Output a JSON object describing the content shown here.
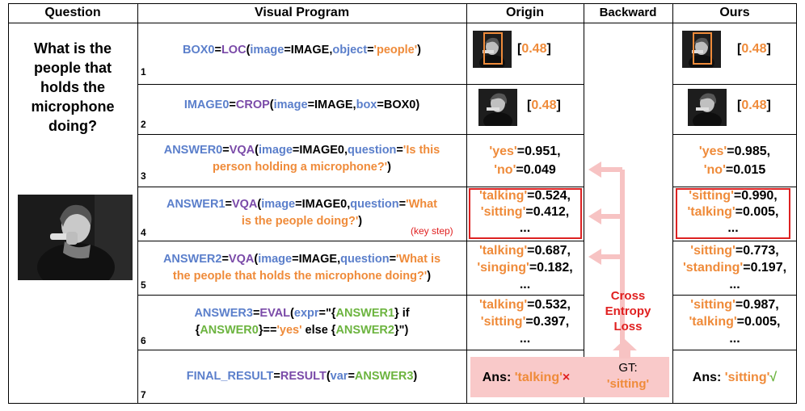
{
  "headers": {
    "question": "Question",
    "program": "Visual Program",
    "origin": "Origin",
    "backward": "Backward",
    "ours": "Ours"
  },
  "question_lines": [
    "What is the",
    "people that",
    "holds the",
    "microphone",
    "doing?"
  ],
  "row_numbers": [
    "1",
    "2",
    "3",
    "4",
    "5",
    "6",
    "7"
  ],
  "programs": {
    "r1": {
      "var": "BOX0",
      "eq": "=",
      "fn": "LOC",
      "op": "(",
      "a1": "image",
      "e1": "=IMAGE,",
      "a2": "object",
      "e2": "=",
      "s1": "'people'",
      "cl": ")"
    },
    "r2": {
      "var": "IMAGE0",
      "eq": "=",
      "fn": "CROP",
      "op": "(",
      "a1": "image",
      "e1": "=IMAGE,",
      "a2": "box",
      "e2": "=BOX0)"
    },
    "r3": {
      "var": "ANSWER0",
      "eq": "=",
      "fn": "VQA",
      "op": "(",
      "a1": "image",
      "e1": "=IMAGE0,",
      "a2": "question",
      "e2": "=",
      "s1": "'Is this",
      "s2": "person holding a microphone?'",
      "cl": ")"
    },
    "r4": {
      "var": "ANSWER1",
      "eq": "=",
      "fn": "VQA",
      "op": "(",
      "a1": "image",
      "e1": "=IMAGE0,",
      "a2": "question",
      "e2": "=",
      "s1": "'What",
      "s2": "is the people doing?'",
      "cl": ")",
      "key": "(key step)"
    },
    "r5": {
      "var": "ANSWER2",
      "eq": "=",
      "fn": "VQA",
      "op": "(",
      "a1": "image",
      "e1": "=IMAGE,",
      "a2": "question",
      "e2": "=",
      "s1": "'What is",
      "s2": "the people that holds the microphone doing?'",
      "cl": ")"
    },
    "r6": {
      "var": "ANSWER3",
      "eq": "=",
      "fn": "EVAL",
      "op": "(",
      "a1": "expr",
      "e1": "=\"{",
      "v1": "ANSWER1",
      "e2": "} if",
      "e3": "{",
      "v2": "ANSWER0",
      "e4": "}==",
      "s1": "'yes'",
      "e5": " else {",
      "v3": "ANSWER2",
      "e6": "}\")"
    },
    "r7": {
      "var": "FINAL_RESULT",
      "eq": "=",
      "fn": "RESULT",
      "op": "(",
      "a1": "var",
      "e1": "=",
      "v1": "ANSWER3",
      "cl": ")"
    }
  },
  "origin": {
    "r1": {
      "score": "0.48",
      "lb": "[",
      "rb": "]"
    },
    "r2": {
      "score": "0.48",
      "lb": "[",
      "rb": "]"
    },
    "r3": {
      "l1k": "'yes'",
      "l1v": "=0.951,",
      "l2k": "'no'",
      "l2v": "=0.049"
    },
    "r4": {
      "l1k": "'talking'",
      "l1v": "=0.524,",
      "l2k": "'sitting'",
      "l2v": "=0.412,",
      "l3": "..."
    },
    "r5": {
      "l1k": "'talking'",
      "l1v": "=0.687,",
      "l2k": "'singing'",
      "l2v": "=0.182,",
      "l3": "..."
    },
    "r6": {
      "l1k": "'talking'",
      "l1v": "=0.532,",
      "l2k": "'sitting'",
      "l2v": "=0.397,",
      "l3": "..."
    },
    "r7": {
      "prefix": "Ans: ",
      "ans": "'talking'",
      "mark": "×"
    }
  },
  "ours": {
    "r1": {
      "score": "0.48",
      "lb": "[",
      "rb": "]"
    },
    "r2": {
      "score": "0.48",
      "lb": "[",
      "rb": "]"
    },
    "r3": {
      "l1k": "'yes'",
      "l1v": "=0.985,",
      "l2k": "'no'",
      "l2v": "=0.015"
    },
    "r4": {
      "l1k": "'sitting'",
      "l1v": "=0.990,",
      "l2k": "'talking'",
      "l2v": "=0.005,",
      "l3": "..."
    },
    "r5": {
      "l1k": "'sitting'",
      "l1v": "=0.773,",
      "l2k": "'standing'",
      "l2v": "=0.197,",
      "l3": "..."
    },
    "r6": {
      "l1k": "'sitting'",
      "l1v": "=0.987,",
      "l2k": "'talking'",
      "l2v": "=0.005,",
      "l3": "..."
    },
    "r7": {
      "prefix": "Ans: ",
      "ans": "'sitting'",
      "mark": "√"
    }
  },
  "backward": {
    "loss_lines": [
      "Cross",
      "Entropy",
      "Loss"
    ],
    "gt_label": "GT:",
    "gt_value": "'sitting'"
  },
  "colors": {
    "variable": "#5b7fcb",
    "function": "#7a4aa8",
    "string": "#ef8b3a",
    "reference": "#6cb43f",
    "highlight": "#d22222",
    "pink": "#f9c9c9",
    "arrow": "#f7c3c3"
  }
}
